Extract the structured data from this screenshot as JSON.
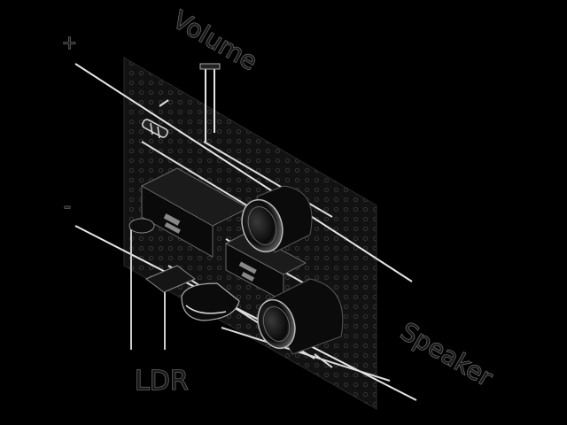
{
  "labels": {
    "plus": "+",
    "minus": "-",
    "volume": "Volume",
    "ldr": "LDR",
    "speaker": "Speaker"
  },
  "colors": {
    "background": "#000000",
    "board": "#121212",
    "board_holes": "#3a3a3a",
    "wire": "#e6e6e6",
    "label_outline": "#777777"
  },
  "components": [
    "perfboard",
    "positive-rail",
    "negative-rail",
    "volume-potentiometer",
    "ldr-sensor",
    "speaker",
    "ic-chip",
    "resistor",
    "electrolytic-capacitor"
  ]
}
